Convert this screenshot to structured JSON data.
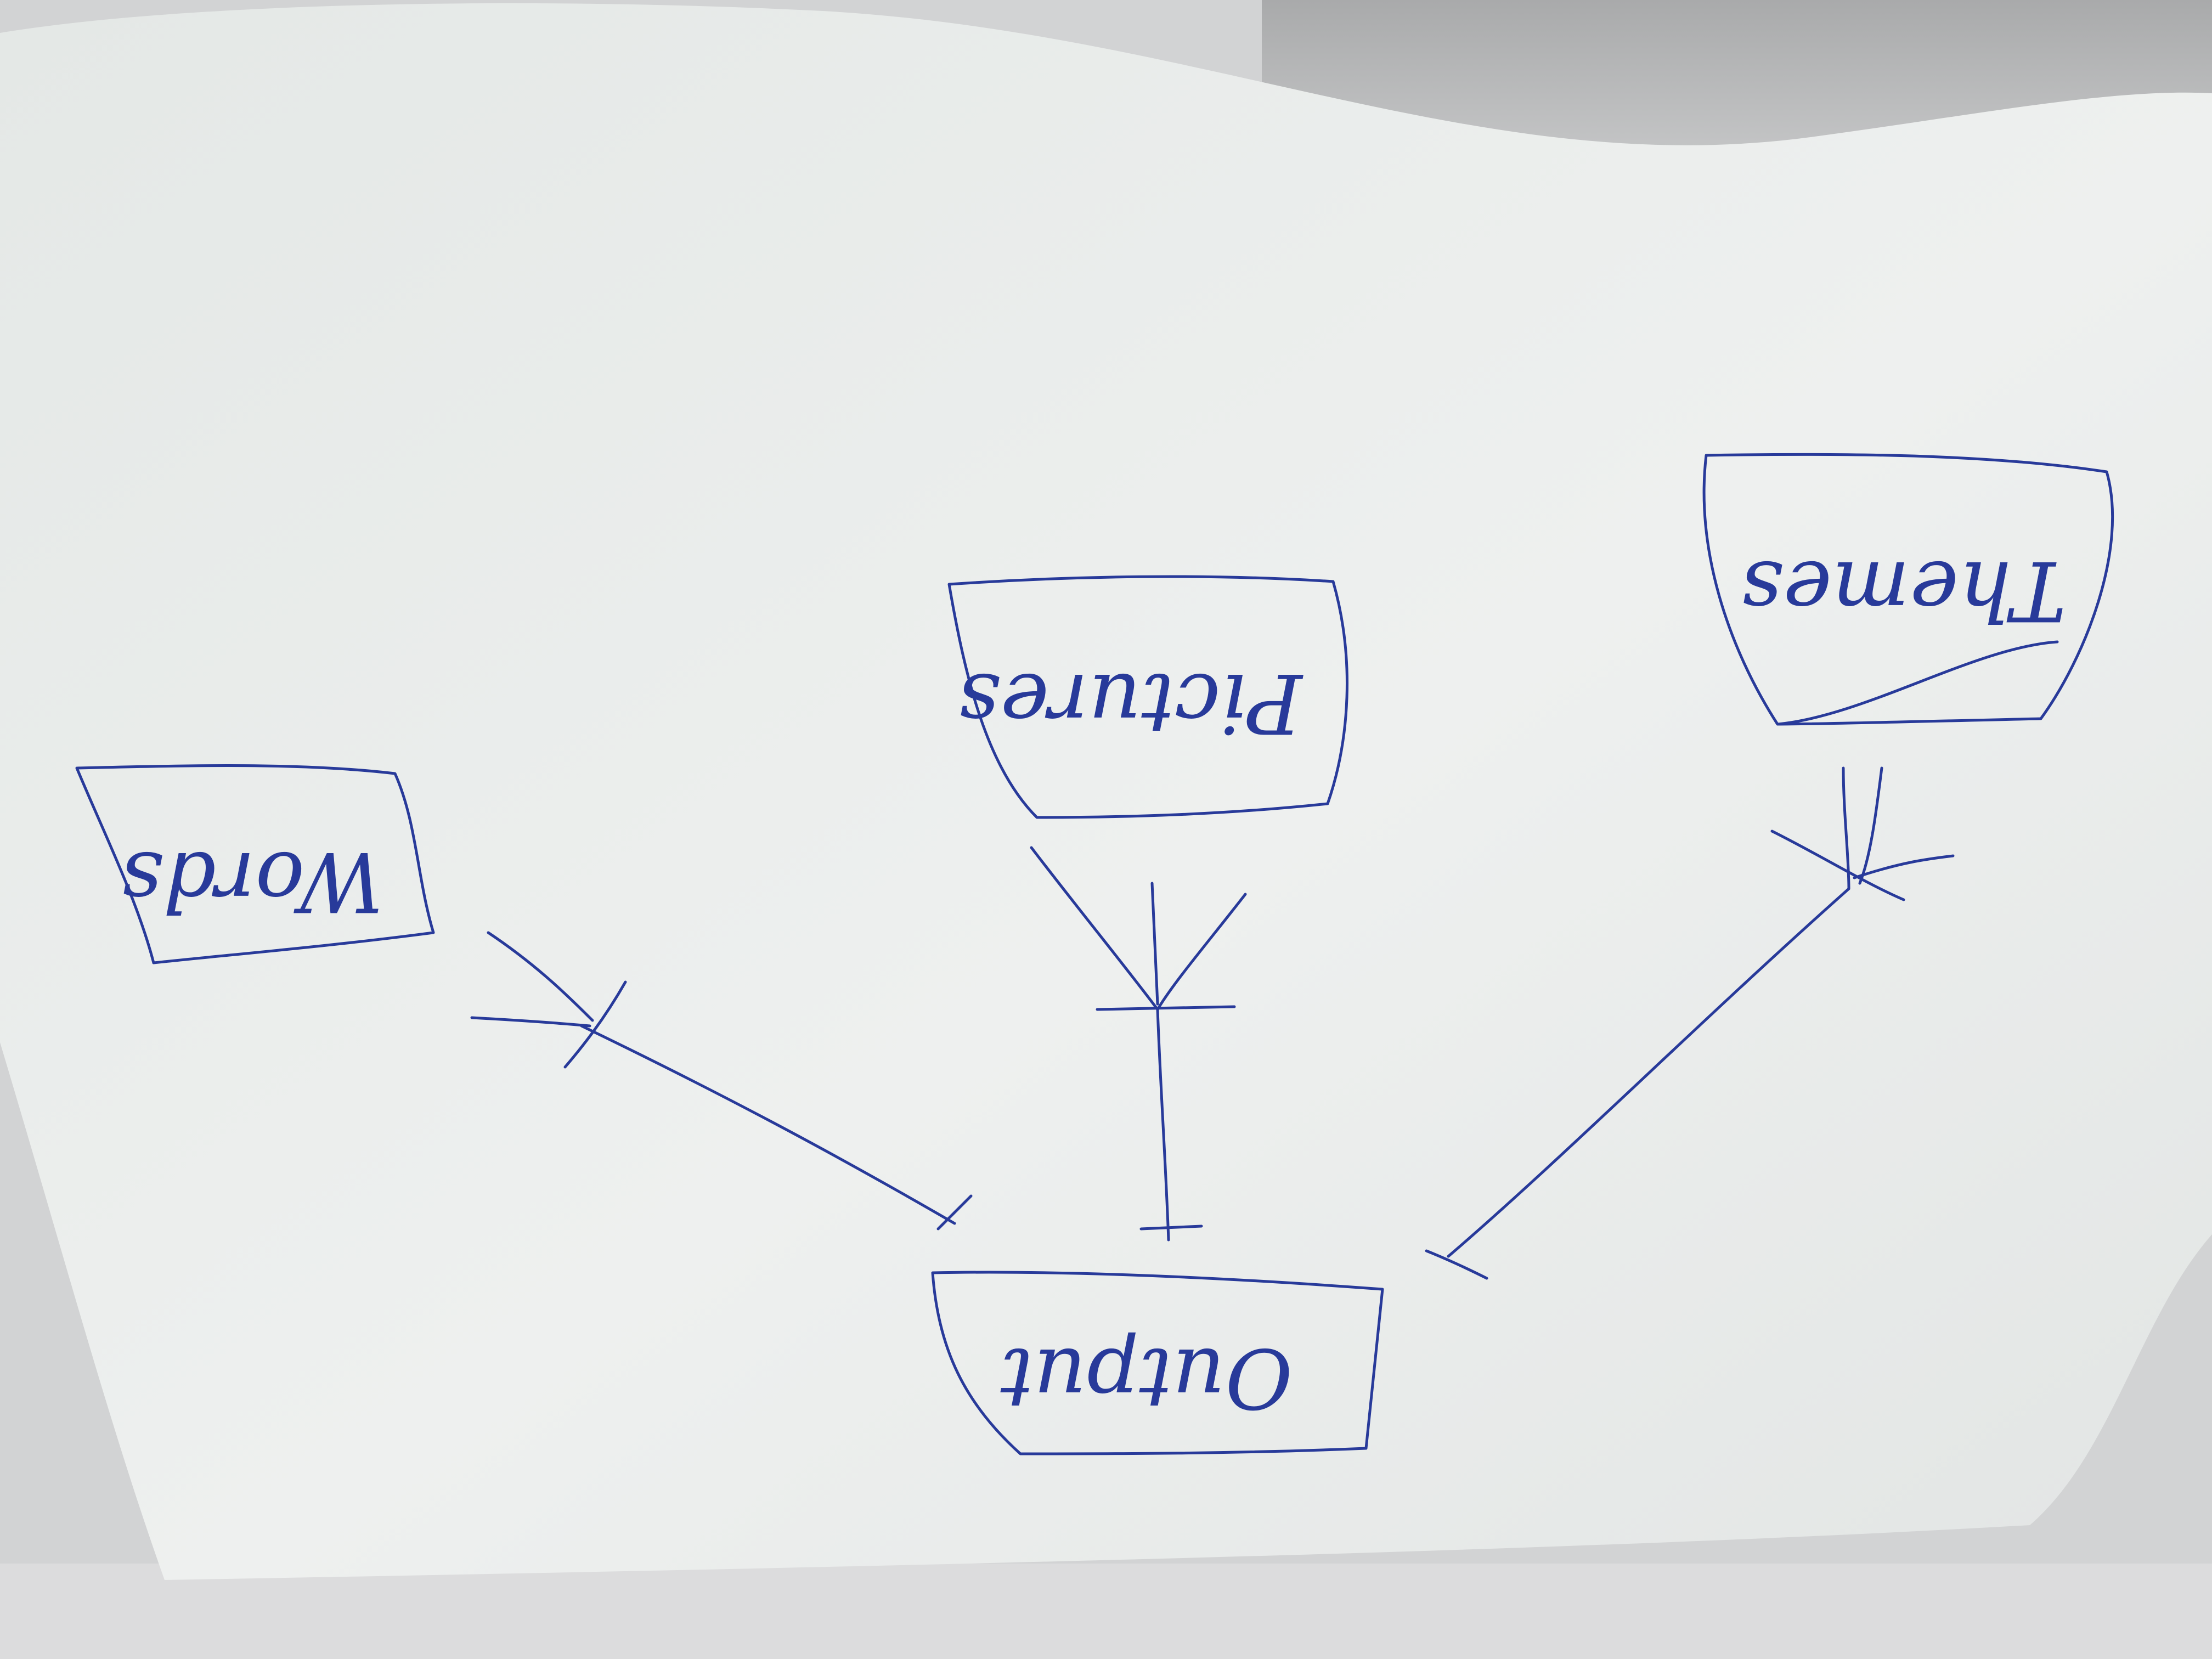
{
  "diagram": {
    "boxes": [
      {
        "id": "words",
        "label": "Words"
      },
      {
        "id": "pictures",
        "label": "Pictures"
      },
      {
        "id": "themes",
        "label": "Themes"
      },
      {
        "id": "output",
        "label": "Output"
      }
    ],
    "connectors": [
      {
        "from": "words",
        "to": "output"
      },
      {
        "from": "pictures",
        "to": "output"
      },
      {
        "from": "themes",
        "to": "output"
      }
    ],
    "orientation": "upside-down",
    "colors": {
      "ink": "#283a9a",
      "paper": "#e9ecea",
      "background": "#cfcfd0"
    }
  }
}
